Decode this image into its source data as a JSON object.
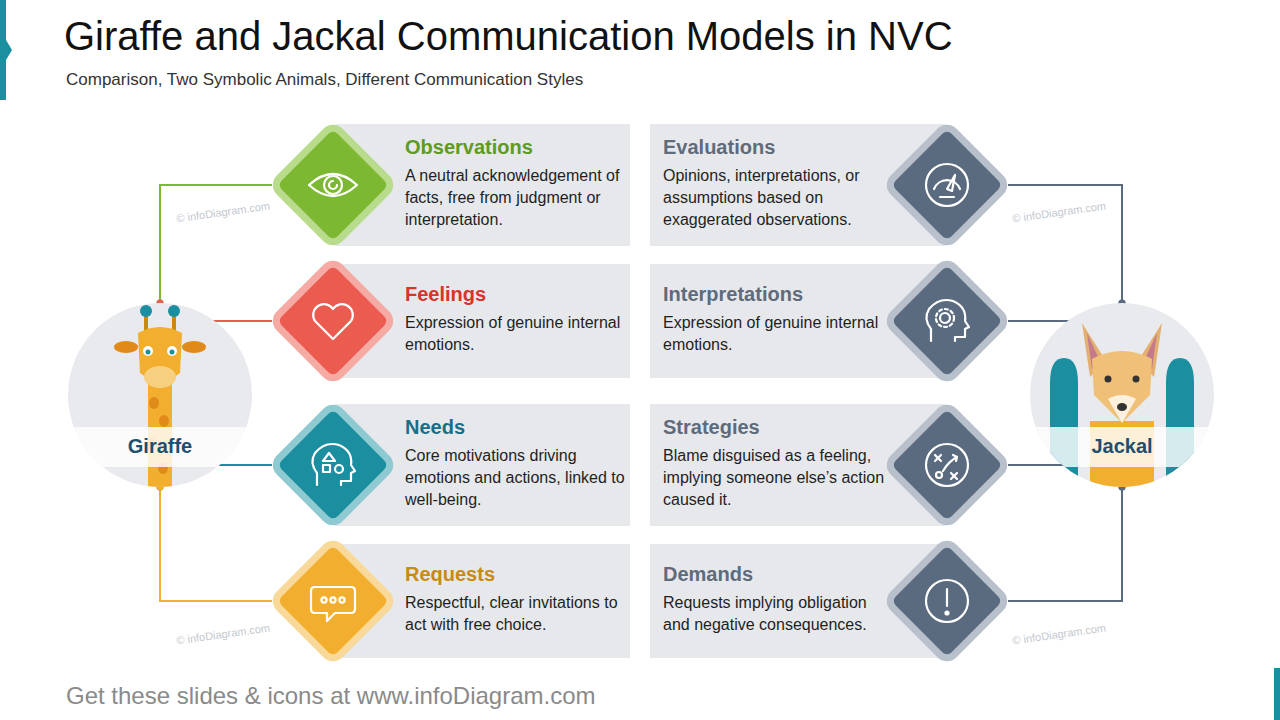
{
  "diagram": {
    "title": "Giraffe and Jackal Communication Models in NVC",
    "nodes": [
      {
        "text": [
          "Giraffe"
        ]
      },
      {
        "text": [
          "Observations",
          "A neutral acknowledgement of facts, free from judgment or interpretation."
        ]
      },
      {
        "text": [
          "Feelings",
          "Expression of genuine internal emotions."
        ]
      },
      {
        "text": [
          "Needs",
          "Core motivations driving emotions and actions, linked to well-being."
        ]
      },
      {
        "text": [
          "Requests",
          "Respectful, clear invitations to act with free choice."
        ]
      },
      {
        "text": [
          "Evaluations",
          "Opinions, interpretations, or assumptions based on exaggerated observations."
        ]
      },
      {
        "text": [
          "Interpretations",
          "Expression of genuine internal emotions."
        ]
      },
      {
        "text": [
          "Strategies",
          "Blame disguised as a feeling, implying someone else’s action caused it."
        ]
      },
      {
        "text": [
          "Demands",
          "Requests implying obligation and negative consequences."
        ]
      },
      {
        "text": [
          "Jackal"
        ]
      }
    ],
    "edges": [
      {
        "from": 0,
        "to": 1,
        "arrow": "none"
      },
      {
        "from": 0,
        "to": 2,
        "arrow": "none"
      },
      {
        "from": 0,
        "to": 3,
        "arrow": "none"
      },
      {
        "from": 0,
        "to": 4,
        "arrow": "none"
      },
      {
        "from": 9,
        "to": 5,
        "arrow": "none"
      },
      {
        "from": 9,
        "to": 6,
        "arrow": "none"
      },
      {
        "from": 9,
        "to": 7,
        "arrow": "none"
      },
      {
        "from": 9,
        "to": 8,
        "arrow": "none"
      }
    ],
    "labels": [
      "Comparison, Two Symbolic Animals, Different Communication Styles",
      "Get these slides & icons at www.infoDiagram.com",
      "© infoDiagram.com",
      "© infoDiagram.com",
      "© infoDiagram.com",
      "© infoDiagram.com"
    ]
  }
}
